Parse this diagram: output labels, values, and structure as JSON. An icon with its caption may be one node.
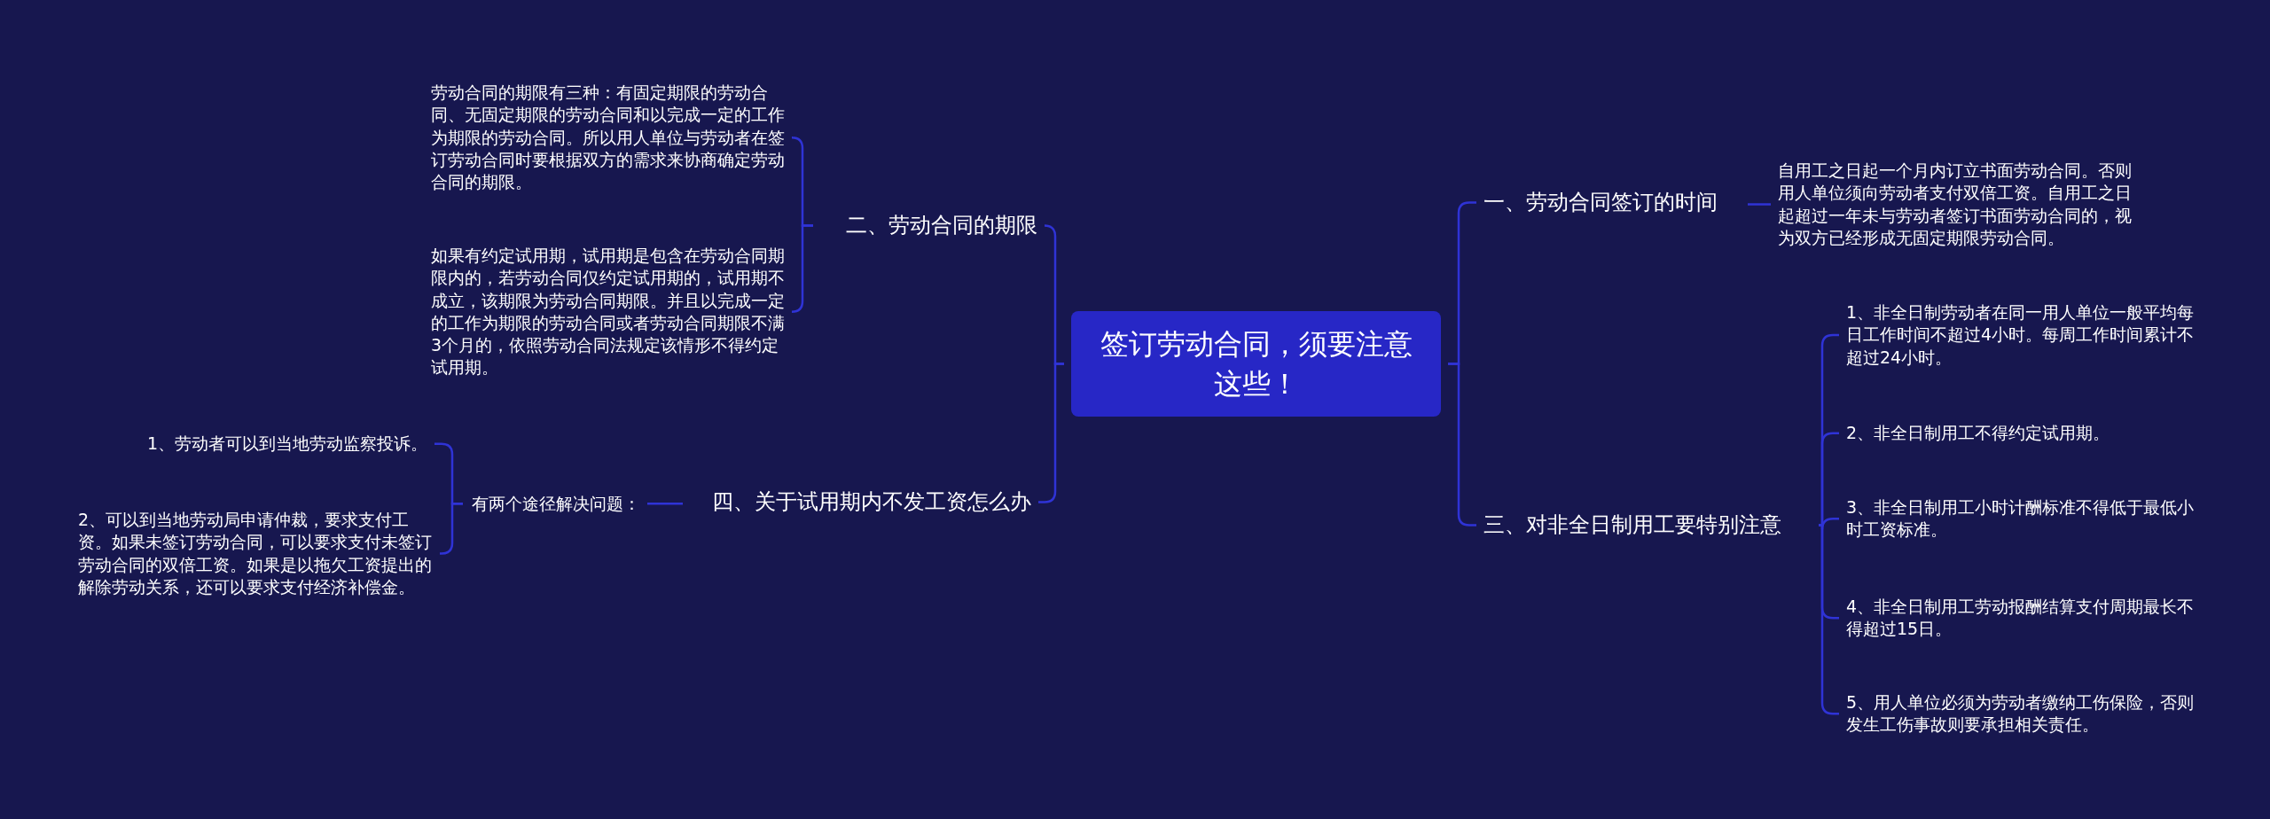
{
  "diagram": {
    "nodes": [
      {
        "text": [
          "签订劳动合同，须要注意这些！"
        ]
      },
      {
        "text": [
          "一、劳动合同签订的时间"
        ]
      },
      {
        "text": [
          "自用工之日起一个月内订立书面劳动合同。否则用人单位须向劳动者支付双倍工资。自用工之日起超过一年未与劳动者签订书面劳动合同的，视为双方已经形成无固定期限劳动合同。"
        ]
      },
      {
        "text": [
          "三、对非全日制用工要特别注意"
        ]
      },
      {
        "text": [
          "1、非全日制劳动者在同一用人单位一般平均每日工作时间不超过4小时。每周工作时间累计不超过24小时。"
        ]
      },
      {
        "text": [
          "2、非全日制用工不得约定试用期。"
        ]
      },
      {
        "text": [
          "3、非全日制用工小时计酬标准不得低于最低小时工资标准。"
        ]
      },
      {
        "text": [
          "4、非全日制用工劳动报酬结算支付周期最长不得超过15日。"
        ]
      },
      {
        "text": [
          "5、用人单位必须为劳动者缴纳工伤保险，否则发生工伤事故则要承担相关责任。"
        ]
      },
      {
        "text": [
          "二、劳动合同的期限"
        ]
      },
      {
        "text": [
          "劳动合同的期限有三种：有固定期限的劳动合同、无固定期限的劳动合同和以完成一定的工作为期限的劳动合同。所以用人单位与劳动者在签订劳动合同时要根据双方的需求来协商确定劳动合同的期限。"
        ]
      },
      {
        "text": [
          "如果有约定试用期，试用期是包含在劳动合同期限内的，若劳动合同仅约定试用期的，试用期不成立，该期限为劳动合同期限。并且以完成一定的工作为期限的劳动合同或者劳动合同期限不满3个月的，依照劳动合同法规定该情形不得约定试用期。"
        ]
      },
      {
        "text": [
          "四、关于试用期内不发工资怎么办"
        ]
      },
      {
        "text": [
          "有两个途径解决问题："
        ]
      },
      {
        "text": [
          "1、劳动者可以到当地劳动监察投诉。"
        ]
      },
      {
        "text": [
          "2、可以到当地劳动局申请仲裁，要求支付工资。如果未签订劳动合同，可以要求支付未签订劳动合同的双倍工资。如果是以拖欠工资提出的解除劳动关系，还可以要求支付经济补偿金。"
        ]
      }
    ],
    "edges": [
      {
        "from": 0,
        "to": 1,
        "arrow": "none"
      },
      {
        "from": 1,
        "to": 2,
        "arrow": "none"
      },
      {
        "from": 0,
        "to": 3,
        "arrow": "none"
      },
      {
        "from": 3,
        "to": 4,
        "arrow": "none"
      },
      {
        "from": 3,
        "to": 5,
        "arrow": "none"
      },
      {
        "from": 3,
        "to": 6,
        "arrow": "none"
      },
      {
        "from": 3,
        "to": 7,
        "arrow": "none"
      },
      {
        "from": 3,
        "to": 8,
        "arrow": "none"
      },
      {
        "from": 0,
        "to": 9,
        "arrow": "none"
      },
      {
        "from": 9,
        "to": 10,
        "arrow": "none"
      },
      {
        "from": 9,
        "to": 11,
        "arrow": "none"
      },
      {
        "from": 0,
        "to": 12,
        "arrow": "none"
      },
      {
        "from": 12,
        "to": 13,
        "arrow": "none"
      },
      {
        "from": 13,
        "to": 14,
        "arrow": "none"
      },
      {
        "from": 13,
        "to": 15,
        "arrow": "none"
      }
    ]
  }
}
